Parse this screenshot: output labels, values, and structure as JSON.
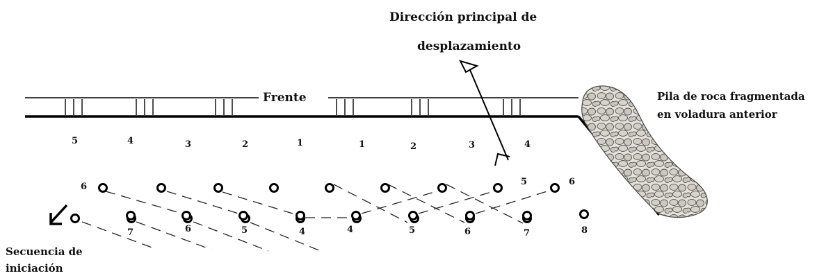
{
  "labels": {
    "title_line1": "Dirección principal de",
    "title_line2": "desplazamiento",
    "frente": "Frente",
    "pile_line1": "Pila de roca fragmentada",
    "pile_line2": "en voladura anterior",
    "seq_line1": "Secuencia de",
    "seq_line2": "iniciación"
  },
  "holes": {
    "row1": [
      "5",
      "4",
      "3",
      "2",
      "1",
      "1",
      "2",
      "3",
      "4"
    ],
    "row2_labeled": [
      "6",
      "5",
      "6"
    ],
    "row3": [
      "7",
      "6",
      "5",
      "4",
      "4",
      "5",
      "6",
      "7",
      "8"
    ]
  },
  "colors": {
    "ink": "#000000",
    "rock_fill": "#dedbd4",
    "rock_stroke": "#666666"
  }
}
